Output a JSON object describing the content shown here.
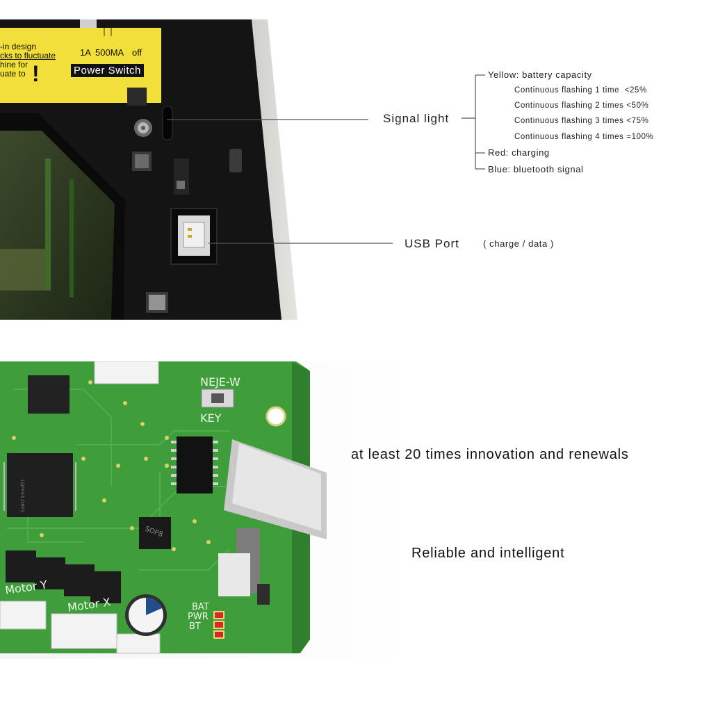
{
  "device_photo": {
    "sticker_lines": [
      "-in design",
      "cks to fluctuate",
      "hine for",
      "uate to"
    ],
    "switch_scale": [
      "1A",
      "500MA",
      "off"
    ],
    "switch_label": "Power Switch",
    "warning_mark": "!"
  },
  "signal_light": {
    "label": "Signal light",
    "items": [
      {
        "label": "Yellow: battery capacity",
        "details": [
          "Continuous flashing 1 time  <25%",
          "Continuous flashing 2 times <50%",
          "Continuous flashing 3 times <75%",
          "Continuous flashing 4 times =100%"
        ]
      },
      {
        "label": "Red: charging"
      },
      {
        "label": "Blue: bluetooth signal"
      }
    ]
  },
  "usb_port": {
    "label": "USB Port",
    "note": "( charge / data )"
  },
  "pcb": {
    "silkscreen": [
      "NEJE-W",
      "KEY",
      "Motor Y",
      "Motor X",
      "BAT",
      "PWR",
      "BT"
    ],
    "chip_labels": [
      "LQFP44 DRTS",
      "SOP8"
    ]
  },
  "taglines": [
    "at least 20 times innovation and renewals",
    "Reliable and intelligent"
  ],
  "colors": {
    "device_body": "#151515",
    "sticker_yellow": "#f2df3a",
    "pcb_green": "#3f9d3c",
    "pcb_dark_green": "#2f7f2e",
    "led_red": "#d9262b"
  }
}
